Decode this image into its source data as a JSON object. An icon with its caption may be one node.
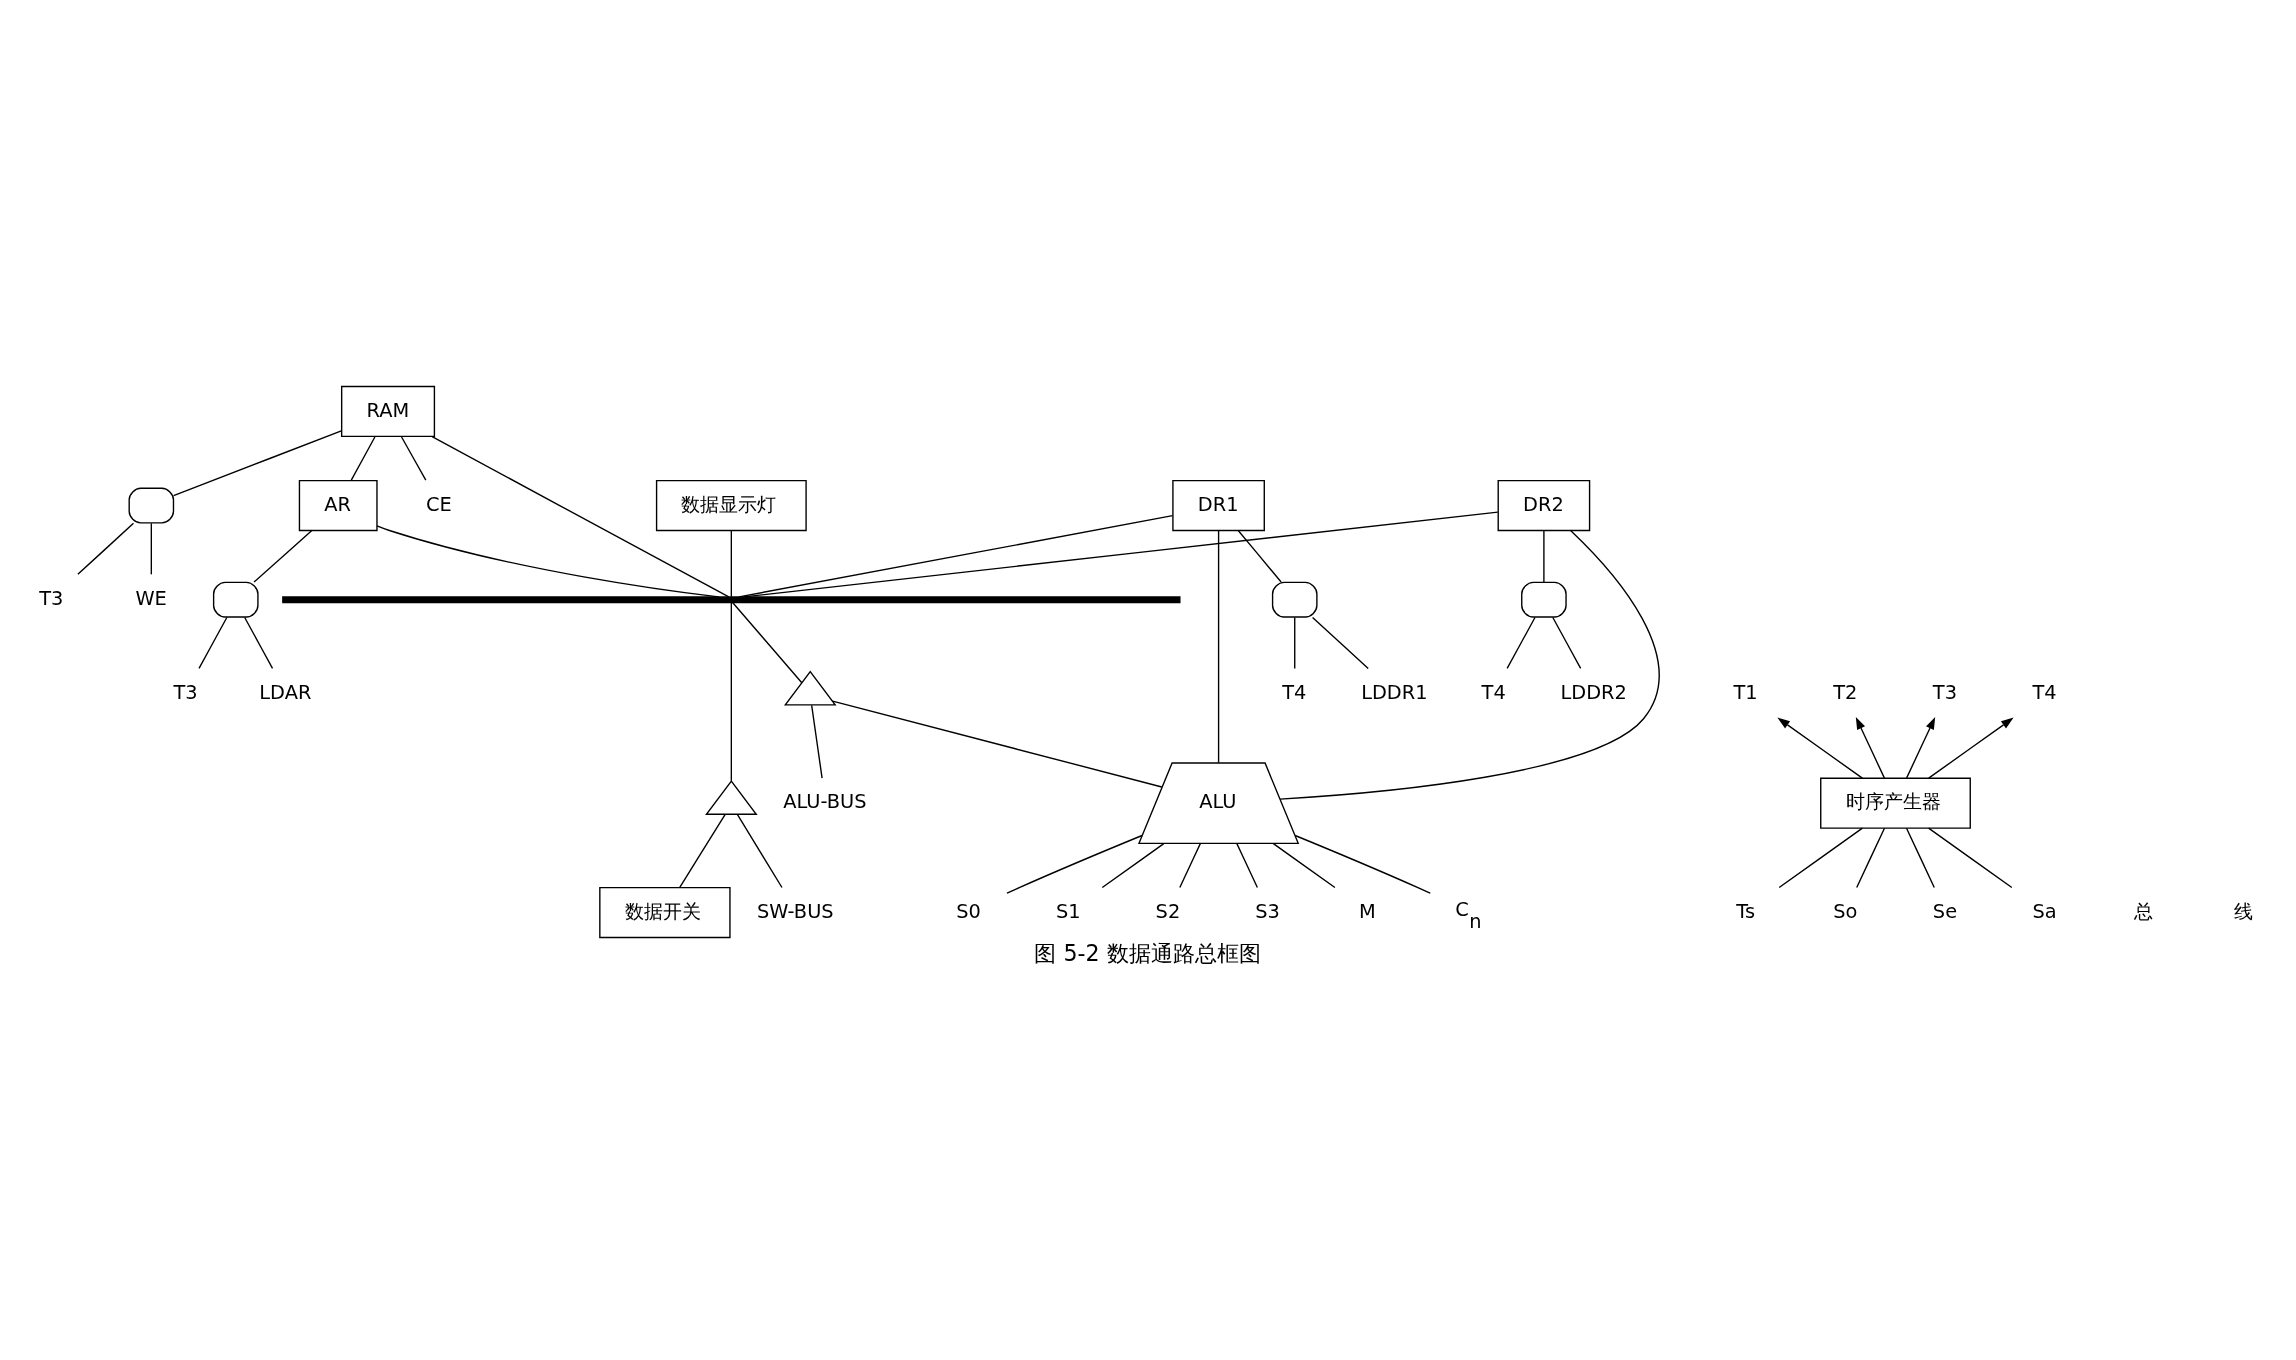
{
  "diagram": {
    "caption": "图 5-2 数据通路总框图",
    "nodes": [
      {
        "text": [
          "ALU"
        ]
      },
      {
        "text": [],
        "shape": "triangle"
      },
      {
        "text": [
          "ALU-BUS"
        ]
      },
      {
        "text": [
          "S0"
        ]
      },
      {
        "text": [
          "S1"
        ]
      },
      {
        "text": [
          "S2"
        ]
      },
      {
        "text": [
          "S3"
        ]
      },
      {
        "text": [
          "M"
        ]
      },
      {
        "text": [
          "C$_{n}$"
        ]
      },
      {
        "text": [
          "DR1"
        ]
      },
      {
        "text": [
          "DR2"
        ]
      },
      {
        "text": [],
        "shape": "gate"
      },
      {
        "text": [
          "T4"
        ]
      },
      {
        "text": [
          "LDDR1"
        ]
      },
      {
        "text": [],
        "shape": "gate"
      },
      {
        "text": [
          "T4"
        ]
      },
      {
        "text": [
          "LDDR2"
        ]
      },
      {
        "text": [
          "数据开关"
        ]
      },
      {
        "text": [],
        "shape": "triangle"
      },
      {
        "text": [
          "SW-BUS"
        ]
      },
      {
        "text": [
          "时序产生器"
        ]
      },
      {
        "text": [
          "T1"
        ]
      },
      {
        "text": [
          "T2"
        ]
      },
      {
        "text": [
          "T3"
        ]
      },
      {
        "text": [
          "T4"
        ]
      },
      {
        "text": [
          "Ts"
        ]
      },
      {
        "text": [
          "So"
        ]
      },
      {
        "text": [
          "Se"
        ]
      },
      {
        "text": [
          "Sa"
        ]
      },
      {
        "text": [
          "数据显示灯"
        ]
      },
      {
        "text": [
          "RAM"
        ]
      },
      {
        "text": [],
        "shape": "gate"
      },
      {
        "text": [
          "CE"
        ]
      },
      {
        "text": [
          "T3"
        ]
      },
      {
        "text": [
          "WE"
        ]
      },
      {
        "text": [
          "AR"
        ]
      },
      {
        "text": [],
        "shape": "gate"
      },
      {
        "text": [
          "T3"
        ]
      },
      {
        "text": [
          "LDAR"
        ]
      },
      {
        "text": [],
        "shape": "bar"
      }
    ],
    "edges": [
      {
        "from": 0,
        "to": 1,
        "arrow": "none"
      },
      {
        "from": 1,
        "to": 39,
        "arrow": "none"
      },
      {
        "from": 2,
        "to": 1,
        "arrow": "none"
      },
      {
        "from": 3,
        "to": 0,
        "arrow": "none"
      },
      {
        "from": 4,
        "to": 0,
        "arrow": "none"
      },
      {
        "from": 5,
        "to": 0,
        "arrow": "none"
      },
      {
        "from": 6,
        "to": 0,
        "arrow": "none"
      },
      {
        "from": 7,
        "to": 0,
        "arrow": "none"
      },
      {
        "from": 8,
        "to": 0,
        "arrow": "none"
      },
      {
        "from": 9,
        "to": 0,
        "arrow": "none"
      },
      {
        "from": 10,
        "to": 0,
        "arrow": "none"
      },
      {
        "from": 11,
        "to": 9,
        "arrow": "none"
      },
      {
        "from": 12,
        "to": 11,
        "arrow": "none"
      },
      {
        "from": 13,
        "to": 11,
        "arrow": "none"
      },
      {
        "from": 14,
        "to": 10,
        "arrow": "none"
      },
      {
        "from": 15,
        "to": 14,
        "arrow": "none"
      },
      {
        "from": 16,
        "to": 14,
        "arrow": "none"
      },
      {
        "from": 39,
        "to": 9,
        "arrow": "none"
      },
      {
        "from": 39,
        "to": 10,
        "arrow": "none"
      },
      {
        "from": 17,
        "to": 18,
        "arrow": "none"
      },
      {
        "from": 18,
        "to": 39,
        "arrow": "none"
      },
      {
        "from": 19,
        "to": 18,
        "arrow": "none"
      },
      {
        "from": 20,
        "to": 21,
        "arrow": "to"
      },
      {
        "from": 20,
        "to": 22,
        "arrow": "to"
      },
      {
        "from": 20,
        "to": 23,
        "arrow": "to"
      },
      {
        "from": 20,
        "to": 24,
        "arrow": "to"
      },
      {
        "from": 25,
        "to": 20,
        "arrow": "none"
      },
      {
        "from": 26,
        "to": 20,
        "arrow": "none"
      },
      {
        "from": 27,
        "to": 20,
        "arrow": "none"
      },
      {
        "from": 28,
        "to": 20,
        "arrow": "none"
      },
      {
        "from": 39,
        "to": 29,
        "arrow": "none"
      },
      {
        "from": 39,
        "to": 30,
        "arrow": "none"
      },
      {
        "from": 35,
        "to": 30,
        "arrow": "none"
      },
      {
        "from": 39,
        "to": 35,
        "arrow": "none"
      },
      {
        "from": 31,
        "to": 30,
        "arrow": "none"
      },
      {
        "from": 32,
        "to": 30,
        "arrow": "none"
      },
      {
        "from": 33,
        "to": 31,
        "arrow": "none"
      },
      {
        "from": 34,
        "to": 31,
        "arrow": "none"
      },
      {
        "from": 36,
        "to": 35,
        "arrow": "none"
      },
      {
        "from": 37,
        "to": 36,
        "arrow": "none"
      },
      {
        "from": 38,
        "to": 36,
        "arrow": "none"
      }
    ],
    "labels": [
      "总",
      "线"
    ]
  }
}
